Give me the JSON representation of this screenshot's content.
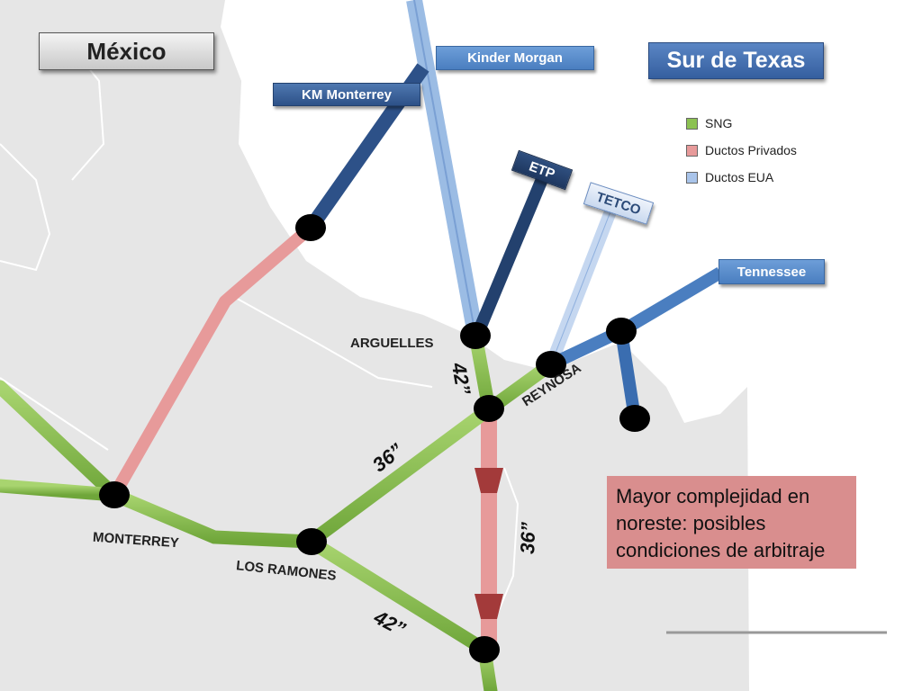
{
  "titles": {
    "mexico": "México",
    "texas": "Sur de Texas"
  },
  "pipelines": {
    "kinder_morgan": "Kinder Morgan",
    "km_monterrey": "KM Monterrey",
    "etp": "ETP",
    "tetco": "TETCO",
    "tennessee": "Tennessee"
  },
  "legend": [
    {
      "label": "SNG",
      "color": "#8cc152"
    },
    {
      "label": "Ductos Privados",
      "color": "#e79a9a"
    },
    {
      "label": "Ductos EUA",
      "color": "#a9c4ea"
    }
  ],
  "places": {
    "arguelles": "ARGUELLES",
    "reynosa": "REYNOSA",
    "monterrey": "MONTERREY",
    "los_ramones": "LOS RAMONES"
  },
  "sizes": {
    "arguelles_south": "42”",
    "reynosa_branch": "36”",
    "red_corridor": "36”",
    "lower_branch": "42”"
  },
  "note": {
    "text": "Mayor complejidad en noreste: posibles condiciones de arbitraje"
  },
  "colors": {
    "sng_green": "#8cc152",
    "private_red": "#e79a9a",
    "us_light": "#a9c4ea",
    "us_dark": "#2d5188",
    "us_mid": "#4a7ec0",
    "land": "#e6e6e6"
  }
}
